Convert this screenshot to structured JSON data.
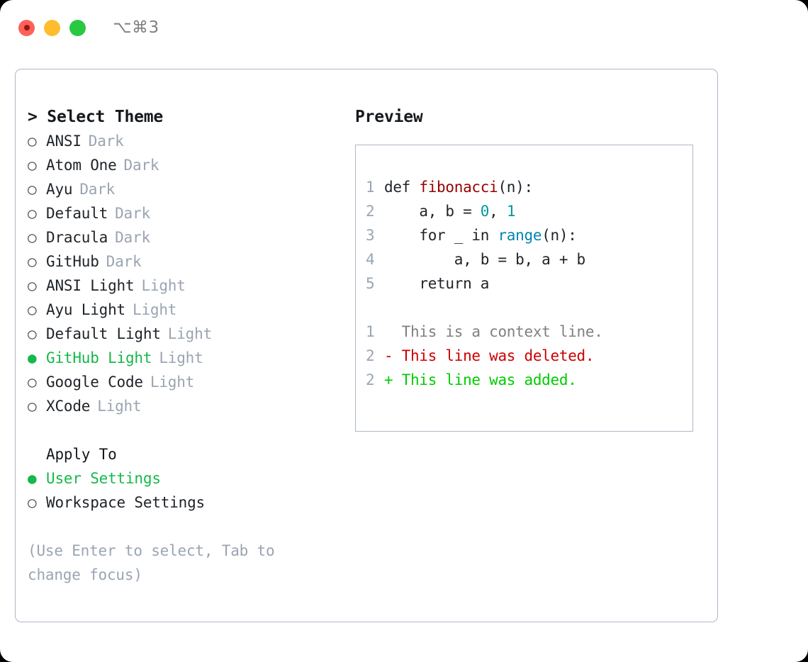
{
  "titlebar": {
    "close_label": "close",
    "minimize_label": "minimize",
    "zoom_label": "zoom",
    "shortcut": "⌥⌘3"
  },
  "theme_picker": {
    "header": "> Select Theme",
    "items": [
      {
        "bullet": "○",
        "name": "ANSI",
        "badge": "Dark",
        "selected": false
      },
      {
        "bullet": "○",
        "name": "Atom One",
        "badge": "Dark",
        "selected": false
      },
      {
        "bullet": "○",
        "name": "Ayu",
        "badge": "Dark",
        "selected": false
      },
      {
        "bullet": "○",
        "name": "Default",
        "badge": "Dark",
        "selected": false
      },
      {
        "bullet": "○",
        "name": "Dracula",
        "badge": "Dark",
        "selected": false
      },
      {
        "bullet": "○",
        "name": "GitHub",
        "badge": "Dark",
        "selected": false
      },
      {
        "bullet": "○",
        "name": "ANSI Light",
        "badge": "Light",
        "selected": false
      },
      {
        "bullet": "○",
        "name": "Ayu Light",
        "badge": "Light",
        "selected": false
      },
      {
        "bullet": "○",
        "name": "Default Light",
        "badge": "Light",
        "selected": false
      },
      {
        "bullet": "●",
        "name": "GitHub Light",
        "badge": "Light",
        "selected": true
      },
      {
        "bullet": "○",
        "name": "Google Code",
        "badge": "Light",
        "selected": false
      },
      {
        "bullet": "○",
        "name": "XCode",
        "badge": "Light",
        "selected": false
      }
    ]
  },
  "apply_to": {
    "header": "Apply To",
    "options": [
      {
        "bullet": "●",
        "name": "User Settings",
        "selected": true
      },
      {
        "bullet": "○",
        "name": "Workspace Settings",
        "selected": false
      }
    ]
  },
  "hint": "(Use Enter to select, Tab to change focus)",
  "preview": {
    "title": "Preview",
    "code_lines": [
      {
        "number": "1",
        "tokens": [
          {
            "text": "def ",
            "kind": "kw"
          },
          {
            "text": "fibonacci",
            "kind": "fn"
          },
          {
            "text": "(n):",
            "kind": "plain"
          }
        ]
      },
      {
        "number": "2",
        "tokens": [
          {
            "text": "    a, b = ",
            "kind": "plain"
          },
          {
            "text": "0",
            "kind": "num"
          },
          {
            "text": ", ",
            "kind": "plain"
          },
          {
            "text": "1",
            "kind": "num"
          }
        ]
      },
      {
        "number": "3",
        "tokens": [
          {
            "text": "    for _ in ",
            "kind": "kw"
          },
          {
            "text": "range",
            "kind": "bi"
          },
          {
            "text": "(n):",
            "kind": "plain"
          }
        ]
      },
      {
        "number": "4",
        "tokens": [
          {
            "text": "        a, b = b, a + b",
            "kind": "plain"
          }
        ]
      },
      {
        "number": "5",
        "tokens": [
          {
            "text": "    return a",
            "kind": "kw"
          }
        ]
      }
    ],
    "diff_lines": [
      {
        "number": "1",
        "marker": " ",
        "text": "  This is a context line.",
        "kind": "ctx"
      },
      {
        "number": "2",
        "marker": "-",
        "text": "- This line was deleted.",
        "kind": "del"
      },
      {
        "number": "2",
        "marker": "+",
        "text": "+ This line was added.",
        "kind": "add"
      }
    ]
  },
  "colors": {
    "accent_green": "#16b84a",
    "diff_add": "#00cc00",
    "diff_del": "#cc0000",
    "function": "#990000",
    "number": "#009999",
    "builtin": "#0086b3",
    "muted": "#9aa4b2",
    "border": "#aeb6c4"
  }
}
